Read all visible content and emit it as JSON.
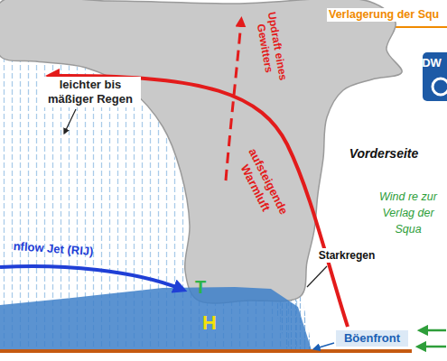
{
  "diagram": {
    "title": "Verlagerung der Squ",
    "nodes": [
      {
        "text": [
          "aufsteigende Warmluft",
          "Updraft eines Gewitters",
          "T"
        ]
      },
      {
        "text": [
          "H"
        ]
      }
    ],
    "labels": [
      "DW",
      "Vorderseite",
      "Wind re zur Verlag der Squa",
      "leichter bis mäßiger Regen",
      "nflow Jet (RIJ)",
      "Starkregen",
      "Böenfront"
    ]
  }
}
